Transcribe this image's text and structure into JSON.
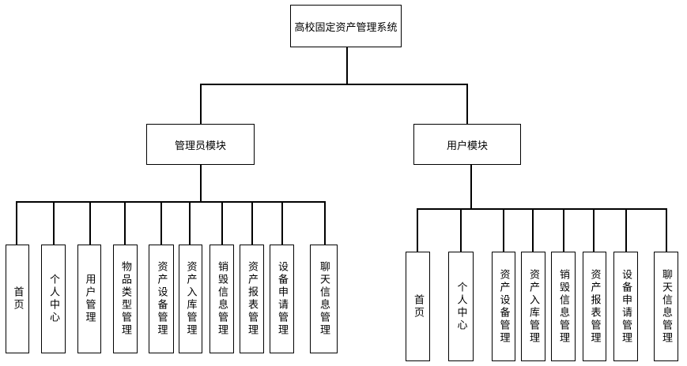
{
  "root": {
    "label": "高校固定资产管理系统"
  },
  "modules": [
    {
      "label": "管理员模块",
      "children": [
        "首页",
        "个人中心",
        "用户管理",
        "物品类型管理",
        "资产设备管理",
        "资产入库管理",
        "销毁信息管理",
        "资产报表管理",
        "设备申请管理",
        "聊天信息管理"
      ]
    },
    {
      "label": "用户模块",
      "children": [
        "首页",
        "个人中心",
        "资产设备管理",
        "资产入库管理",
        "销毁信息管理",
        "资产报表管理",
        "设备申请管理",
        "聊天信息管理"
      ]
    }
  ]
}
